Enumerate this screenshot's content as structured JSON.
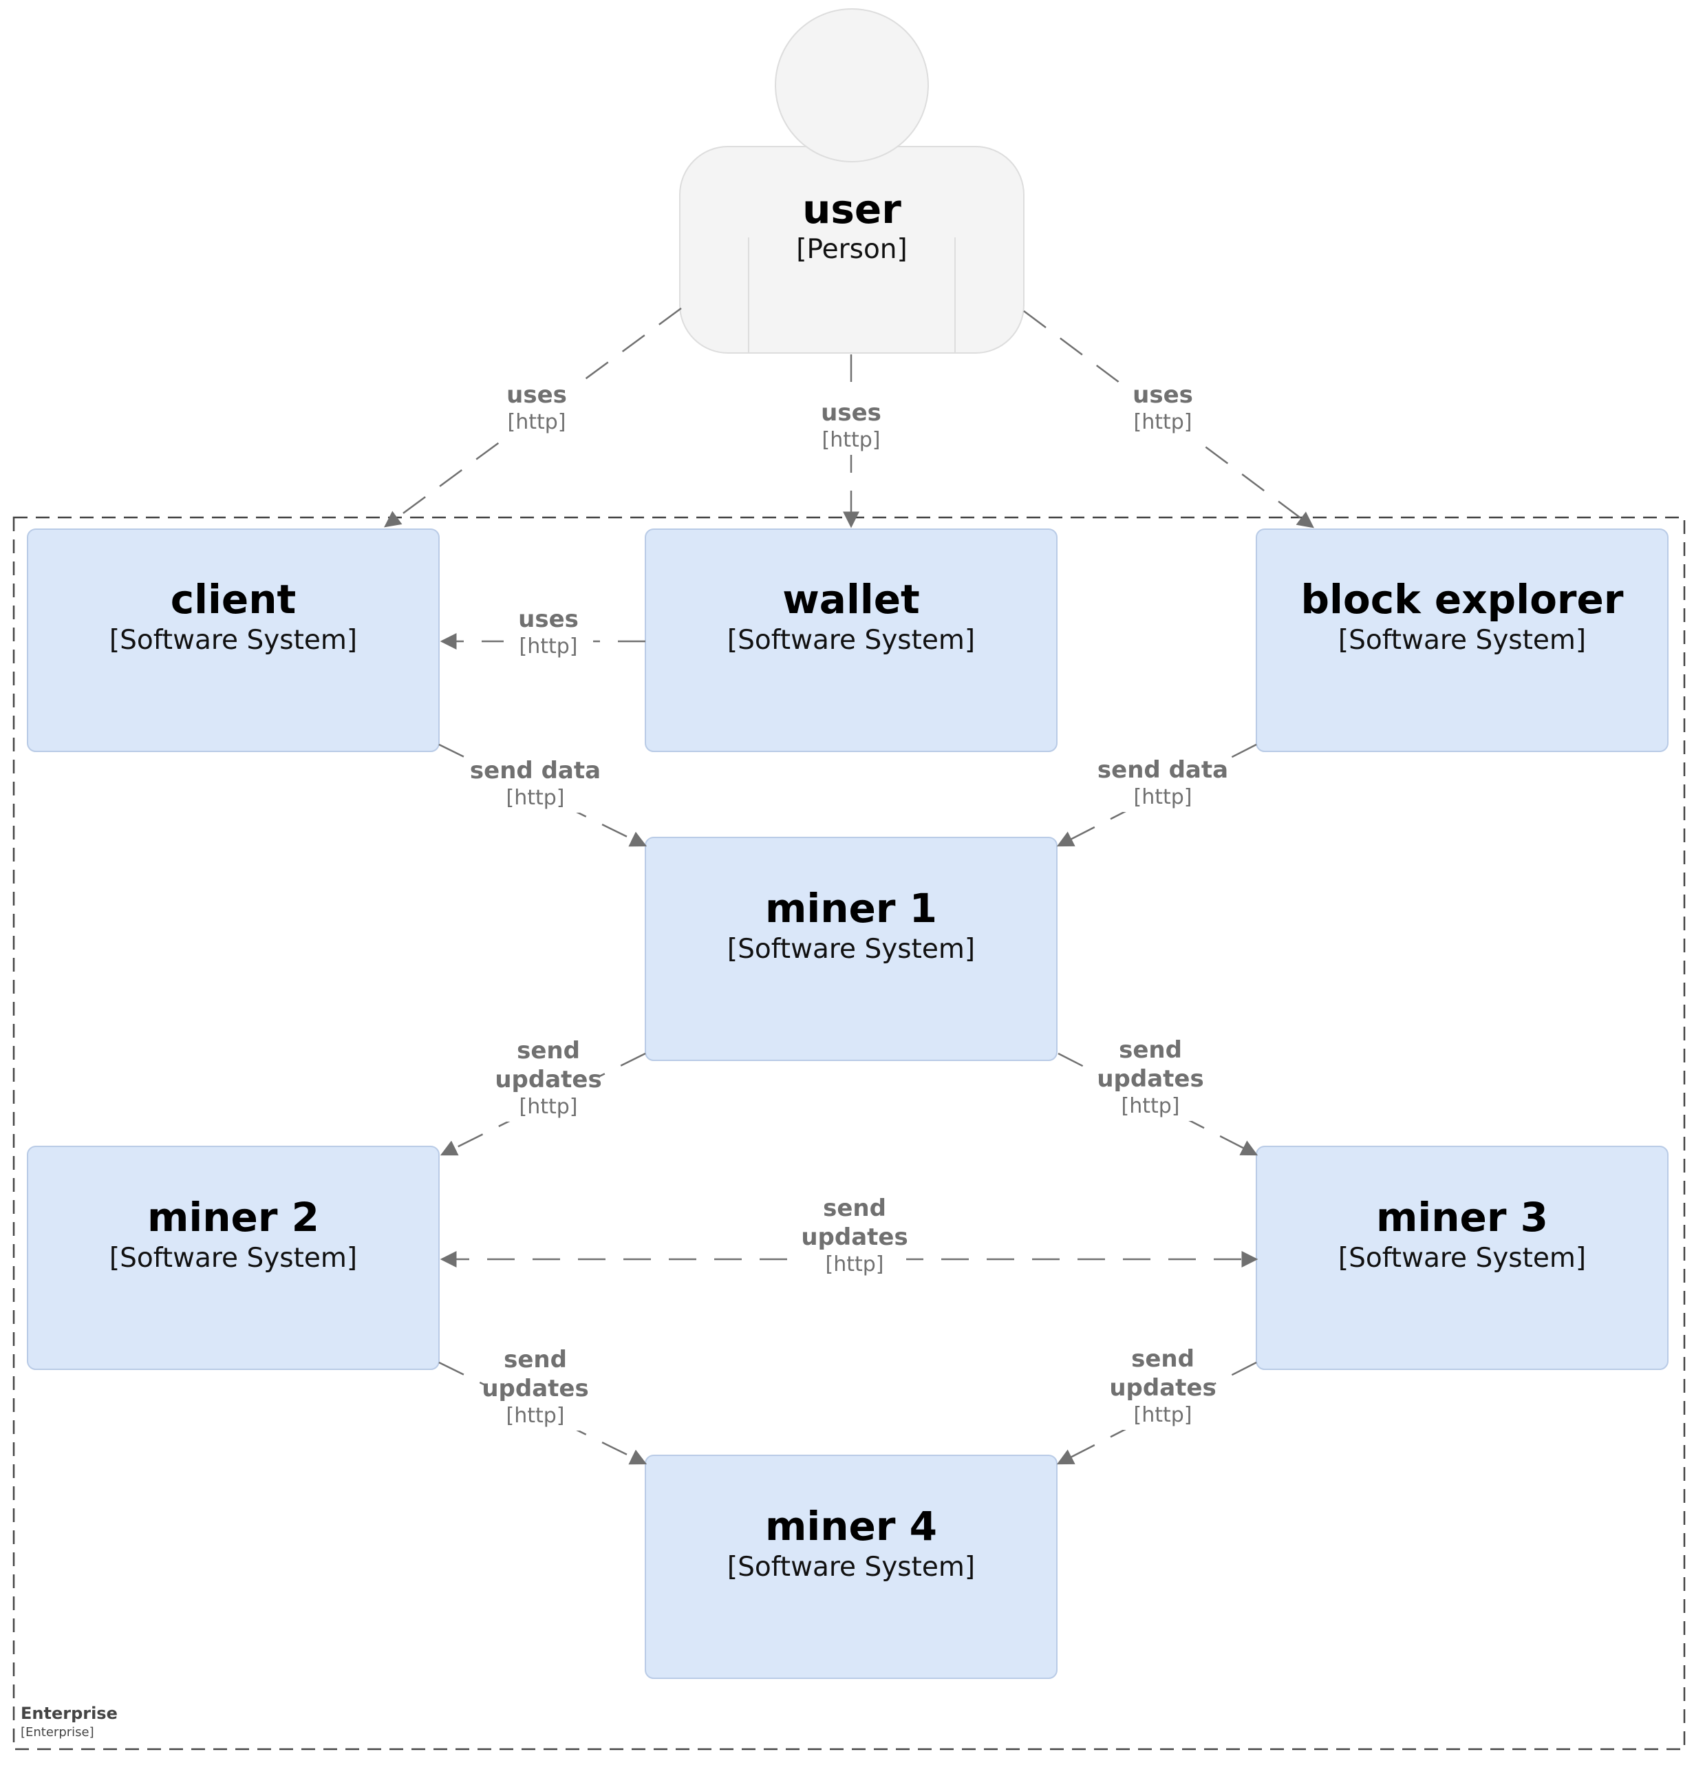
{
  "person": {
    "name": "user",
    "type": "[Person]"
  },
  "boundary": {
    "name": "Enterprise",
    "type": "[Enterprise]"
  },
  "systems": {
    "client": {
      "name": "client",
      "type": "[Software System]"
    },
    "wallet": {
      "name": "wallet",
      "type": "[Software System]"
    },
    "block_explorer": {
      "name": "block explorer",
      "type": "[Software System]"
    },
    "miner1": {
      "name": "miner 1",
      "type": "[Software System]"
    },
    "miner2": {
      "name": "miner 2",
      "type": "[Software System]"
    },
    "miner3": {
      "name": "miner 3",
      "type": "[Software System]"
    },
    "miner4": {
      "name": "miner 4",
      "type": "[Software System]"
    }
  },
  "relationships": [
    {
      "id": "user-client",
      "label": [
        "uses"
      ],
      "tech": "[http]"
    },
    {
      "id": "user-wallet",
      "label": [
        "uses"
      ],
      "tech": "[http]"
    },
    {
      "id": "user-explorer",
      "label": [
        "uses"
      ],
      "tech": "[http]"
    },
    {
      "id": "wallet-client",
      "label": [
        "uses"
      ],
      "tech": "[http]"
    },
    {
      "id": "client-miner1",
      "label": [
        "send data"
      ],
      "tech": "[http]"
    },
    {
      "id": "explorer-miner1",
      "label": [
        "send data"
      ],
      "tech": "[http]"
    },
    {
      "id": "miner1-miner2",
      "label": [
        "send",
        "updates"
      ],
      "tech": "[http]"
    },
    {
      "id": "miner1-miner3",
      "label": [
        "send",
        "updates"
      ],
      "tech": "[http]"
    },
    {
      "id": "miner2-miner3",
      "label": [
        "send",
        "updates"
      ],
      "tech": "[http]"
    },
    {
      "id": "miner2-miner4",
      "label": [
        "send",
        "updates"
      ],
      "tech": "[http]"
    },
    {
      "id": "miner3-miner4",
      "label": [
        "send",
        "updates"
      ],
      "tech": "[http]"
    }
  ],
  "colors": {
    "system_fill": "#dae7f9",
    "system_stroke": "#b9cbe6",
    "person_fill": "#f4f4f4",
    "person_stroke": "#dddddd",
    "edge": "#707070",
    "boundary": "#444444"
  }
}
